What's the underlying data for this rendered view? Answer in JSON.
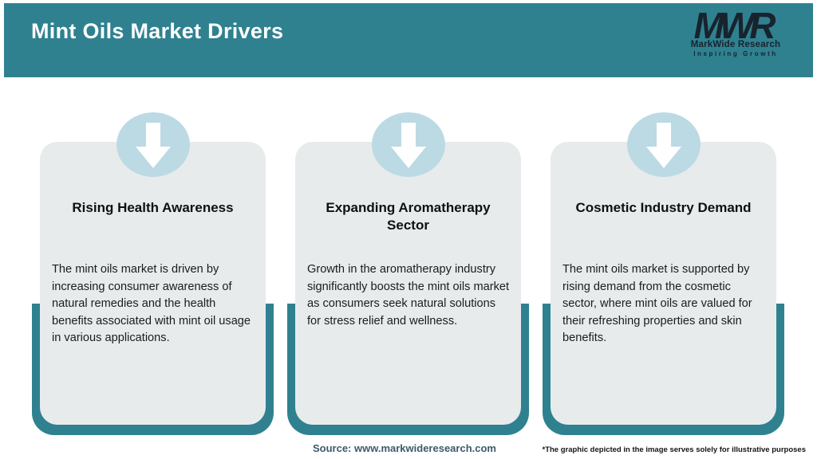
{
  "header": {
    "title": "Mint Oils Market Drivers",
    "logo": {
      "monogram": "MWR",
      "name": "MarkWide Research",
      "tagline": "Inspiring Growth"
    }
  },
  "cards": [
    {
      "icon": "down-arrow-icon",
      "title": "Rising Health Awareness",
      "body": "The mint oils market is driven by increasing consumer awareness of natural remedies and the health benefits associated with mint oil usage in various applications."
    },
    {
      "icon": "down-arrow-icon",
      "title": "Expanding Aromatherapy Sector",
      "body": "Growth in the aromatherapy industry significantly boosts the mint oils market as consumers seek natural solutions for stress relief and wellness."
    },
    {
      "icon": "down-arrow-icon",
      "title": "Cosmetic Industry Demand",
      "body": "The mint oils market is supported by rising demand from the cosmetic sector, where mint oils are valued for their refreshing properties and skin benefits."
    }
  ],
  "footer": {
    "source": "Source: www.markwideresearch.com",
    "disclaimer": "*The graphic depicted in the image serves solely for illustrative purposes"
  },
  "colors": {
    "teal": "#2f8190",
    "circle_blue": "#bcdae4",
    "card_gray": "#e8ebeb",
    "logo_dark": "#18232e",
    "source_text": "#3b5a6b",
    "title_text": "#ffffff"
  }
}
